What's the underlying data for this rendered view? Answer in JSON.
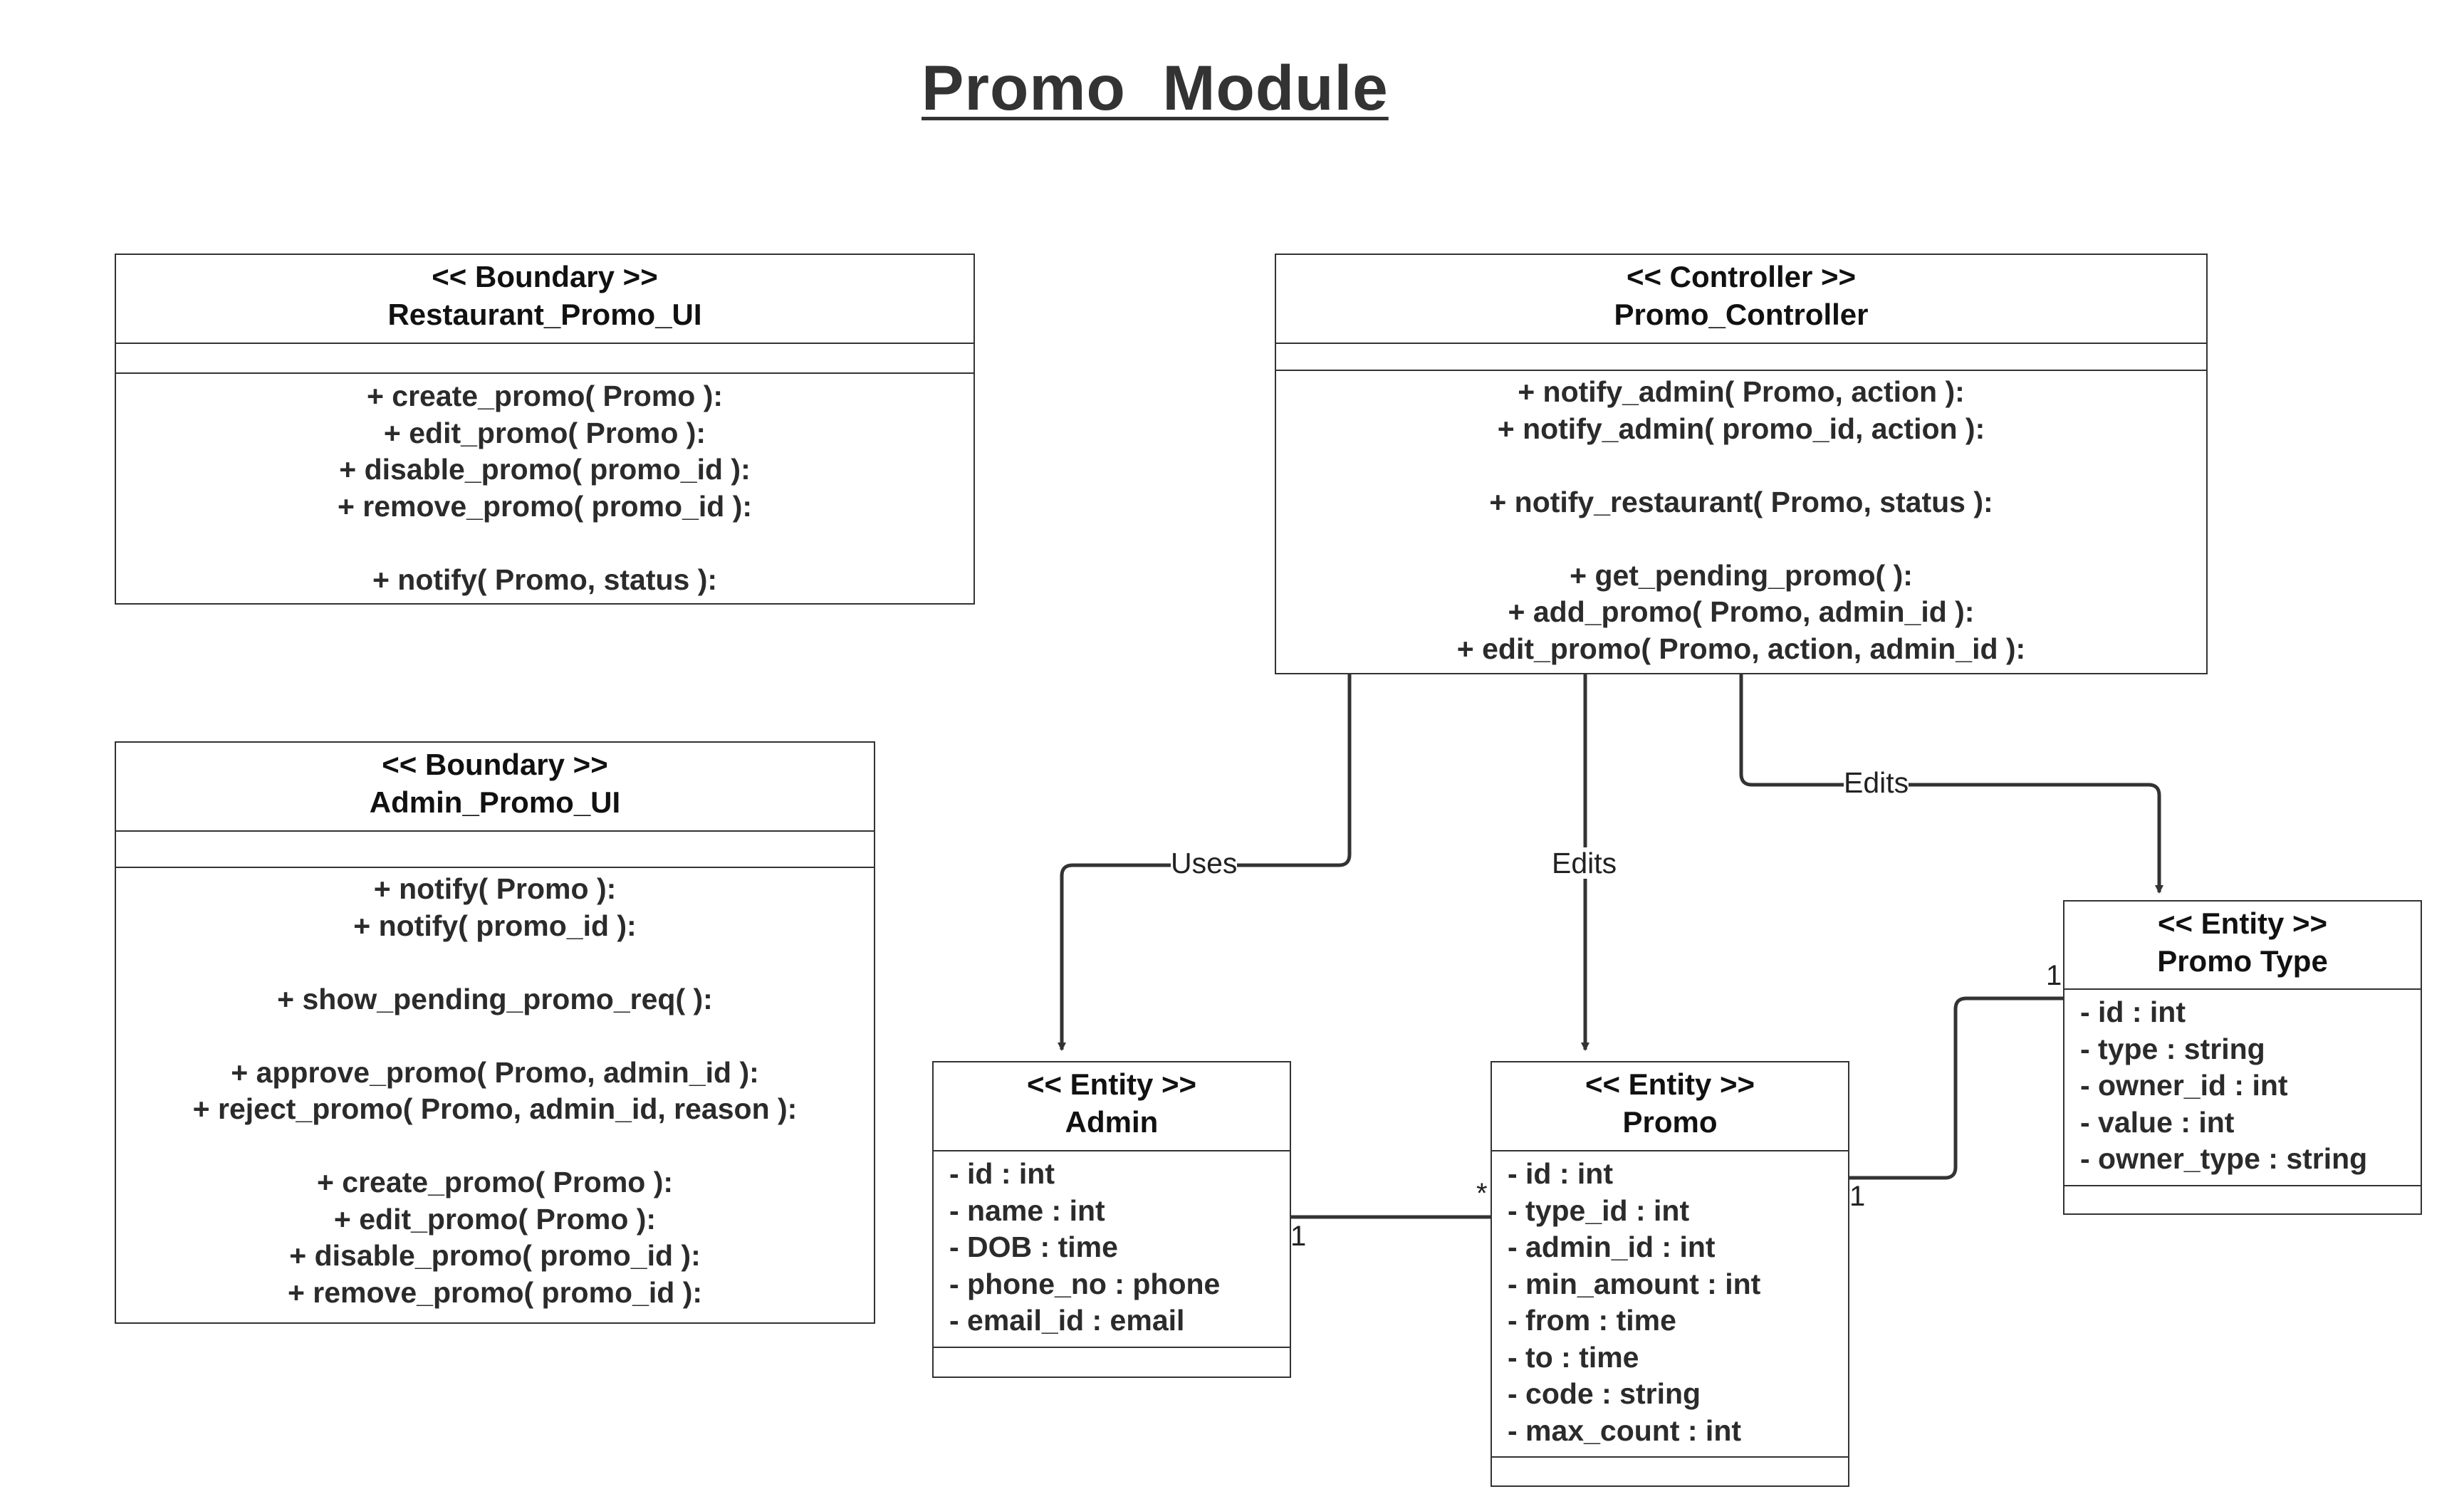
{
  "title": "Promo  Module",
  "classes": {
    "restaurant_ui": {
      "stereotype": "<< Boundary >>",
      "name": "Restaurant_Promo_UI",
      "operations": [
        "+ create_promo( Promo ):",
        "+ edit_promo( Promo ):",
        "+ disable_promo( promo_id ):",
        "+ remove_promo( promo_id ):",
        "",
        "+ notify( Promo, status ):"
      ]
    },
    "controller": {
      "stereotype": "<< Controller >>",
      "name": "Promo_Controller",
      "operations": [
        "+ notify_admin( Promo, action ):",
        "+ notify_admin( promo_id, action ):",
        "",
        "+ notify_restaurant( Promo, status ):",
        "",
        "+ get_pending_promo( ):",
        "+ add_promo( Promo, admin_id ):",
        "+ edit_promo( Promo, action, admin_id ):"
      ]
    },
    "admin_ui": {
      "stereotype": "<< Boundary >>",
      "name": "Admin_Promo_UI",
      "operations": [
        "+ notify( Promo ):",
        "+ notify( promo_id ):",
        "",
        "+ show_pending_promo_req( ):",
        "",
        "+ approve_promo( Promo, admin_id ):",
        "+ reject_promo( Promo, admin_id, reason ):",
        "",
        "+ create_promo( Promo ):",
        "+ edit_promo( Promo ):",
        "+ disable_promo( promo_id ):",
        "+ remove_promo( promo_id ):"
      ]
    },
    "admin": {
      "stereotype": "<< Entity >>",
      "name": "Admin",
      "attributes": [
        "- id : int",
        "- name : int",
        "- DOB : time",
        "- phone_no : phone",
        "- email_id : email"
      ]
    },
    "promo": {
      "stereotype": "<< Entity >>",
      "name": "Promo",
      "attributes": [
        "- id : int",
        "- type_id : int",
        "- admin_id : int",
        "- min_amount : int",
        "- from : time",
        "- to : time",
        "- code : string",
        "- max_count : int"
      ]
    },
    "promo_type": {
      "stereotype": "<< Entity >>",
      "name": "Promo Type",
      "attributes": [
        "- id : int",
        "- type : string",
        "- owner_id : int",
        "- value : int",
        "- owner_type : string"
      ]
    }
  },
  "relations": {
    "uses": "Uses",
    "edits_promo": "Edits",
    "edits_type": "Edits",
    "admin_promo_left": "1",
    "admin_promo_right": "*",
    "promo_type_promo_end": "1",
    "promo_type_type_end": "1"
  }
}
